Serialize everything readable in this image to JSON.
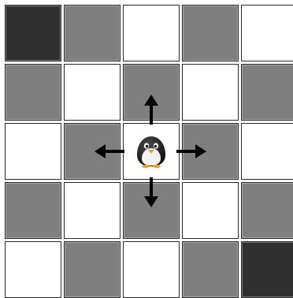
{
  "board": {
    "rows": 5,
    "cols": 5,
    "cells": [
      [
        "dark",
        "gray",
        "white",
        "gray",
        "white"
      ],
      [
        "gray",
        "white",
        "gray",
        "white",
        "gray"
      ],
      [
        "white",
        "gray",
        "white",
        "gray",
        "white"
      ],
      [
        "gray",
        "white",
        "gray",
        "white",
        "gray"
      ],
      [
        "white",
        "gray",
        "white",
        "gray",
        "dark"
      ]
    ],
    "colors": {
      "white": "#ffffff",
      "gray": "#7f7f7f",
      "dark": "#303030"
    }
  },
  "player": {
    "icon": "penguin-icon",
    "row": 3,
    "col": 3
  },
  "move_arrows": [
    {
      "direction": "up",
      "icon": "arrow-up-icon"
    },
    {
      "direction": "down",
      "icon": "arrow-down-icon"
    },
    {
      "direction": "left",
      "icon": "arrow-left-icon"
    },
    {
      "direction": "right",
      "icon": "arrow-right-icon"
    }
  ]
}
